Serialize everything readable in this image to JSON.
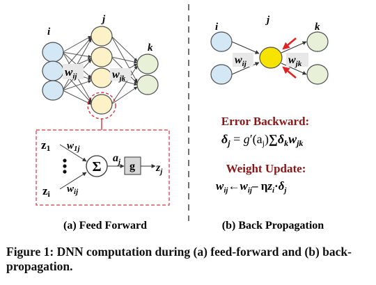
{
  "left_panel": {
    "layer_labels": {
      "i": "i",
      "j": "j",
      "k": "k"
    },
    "weight_ij": {
      "base": "w",
      "sub": "ij"
    },
    "weight_jk": {
      "base": "w",
      "sub": "jk"
    },
    "neuron_detail": {
      "z1": {
        "base": "z",
        "sub": "1"
      },
      "w1j": {
        "base": "w",
        "sub": "1j"
      },
      "zi": {
        "base": "z",
        "sub": "i"
      },
      "wij": {
        "base": "w",
        "sub": "ij"
      },
      "sum_symbol": "Σ",
      "aj": {
        "base": "a",
        "sub": "j"
      },
      "activation": "g",
      "zj": {
        "base": "z",
        "sub": "j"
      }
    },
    "subcaption": "(a) Feed Forward"
  },
  "right_panel": {
    "layer_labels": {
      "i": "i",
      "j": "j",
      "k": "k"
    },
    "weight_ij": {
      "base": "w",
      "sub": "ij"
    },
    "weight_jk": {
      "base": "w",
      "sub": "jk"
    },
    "error_title": "Error Backward:",
    "error_formula": {
      "lhs": "δ",
      "lhs_sub": "j",
      "eq": " = ",
      "g": "g",
      "prime": "′",
      "arg": "(a",
      "arg_sub": "j",
      "arg_close": ")",
      "sum": "∑",
      "delta": "δ",
      "delta_sub": "k",
      "w": "w",
      "w_sub": "jk"
    },
    "update_title": "Weight Update:",
    "update_formula": {
      "w1": "w",
      "w1_sub": "ij",
      "arrow": "←",
      "w2": "w",
      "w2_sub": "ij",
      "minus": "– η",
      "z": "z",
      "z_sub": "i",
      "dot": "·",
      "delta": "δ",
      "delta_sub": "j"
    },
    "subcaption": "(b) Back Propagation"
  },
  "caption": "Figure 1: DNN computation during (a) feed-forward and (b) back-propagation.",
  "colors": {
    "input_node": "#d3e7f5",
    "hidden_node": "#fdf1c8",
    "output_node": "#e8f0d8",
    "active_node": "#f6e400",
    "node_stroke": "#4d4d4d",
    "dashed_red": "#d8333b",
    "red_arrow": "#e22222",
    "title_red": "#8a1717",
    "g_box": "#d8d8d8",
    "weight_bg": "#e8e8e8"
  }
}
